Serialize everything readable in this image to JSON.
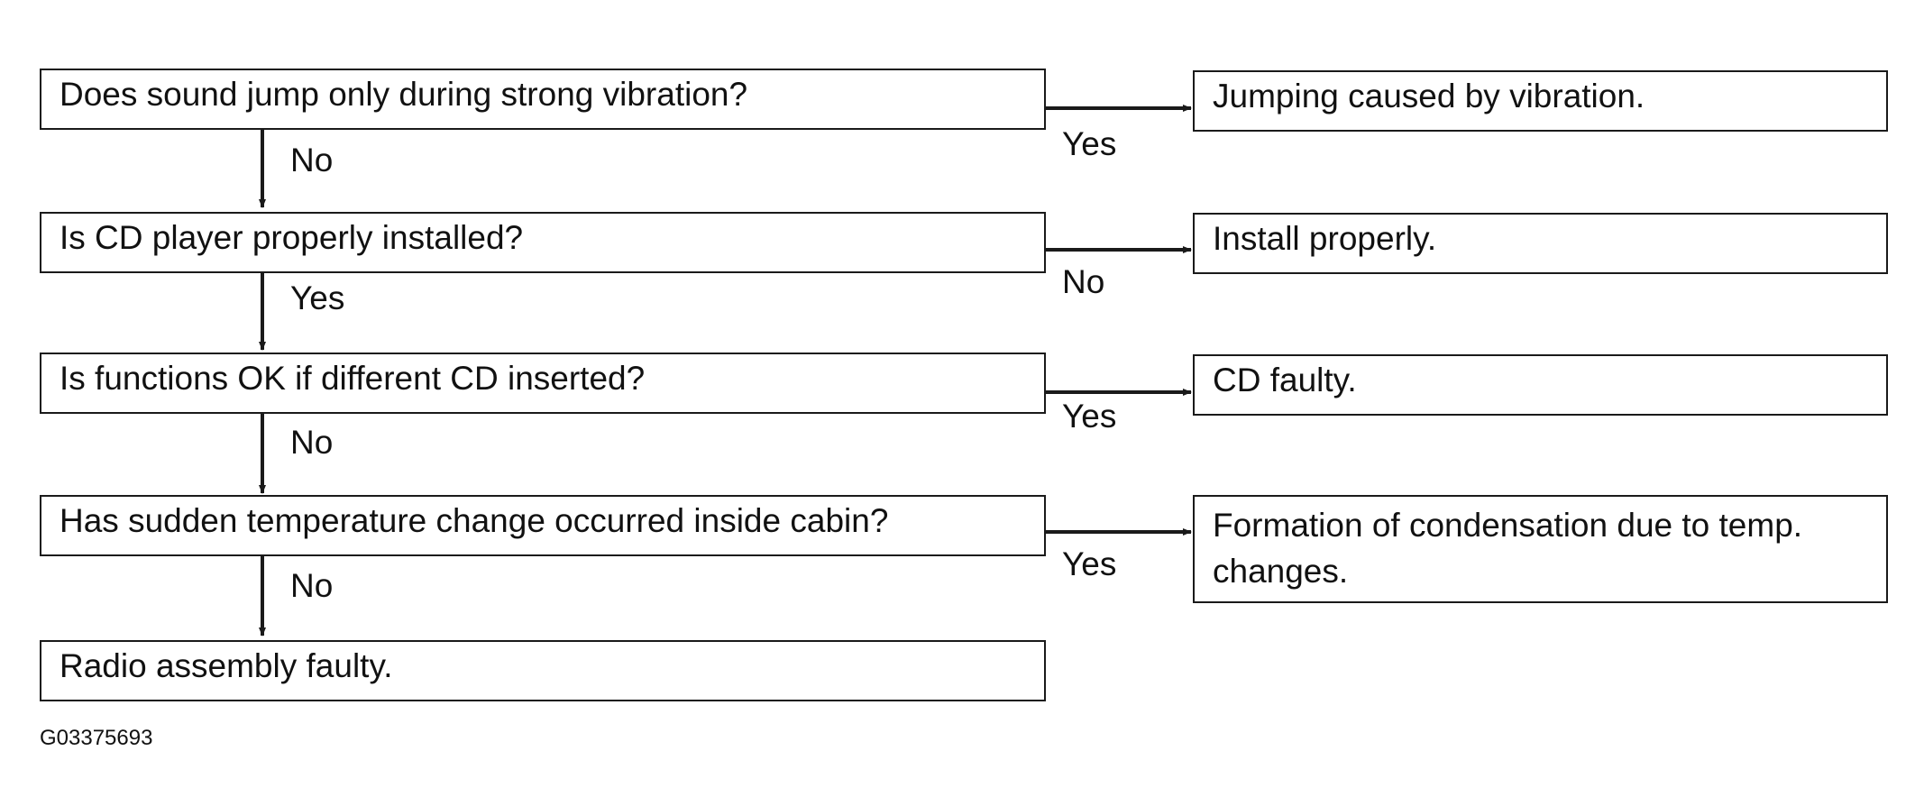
{
  "questions": [
    "Does sound jump only during strong vibration?",
    "Is CD player properly installed?",
    "Is functions OK if different CD inserted?",
    "Has sudden temperature change occurred inside cabin?"
  ],
  "final_result": "Radio assembly faulty.",
  "results": [
    "Jumping caused by vibration.",
    "Install properly.",
    "CD faulty.",
    "Formation of condensation due to temp. changes."
  ],
  "side_branch_labels": [
    "Yes",
    "No",
    "Yes",
    "Yes"
  ],
  "down_branch_labels": [
    "No",
    "Yes",
    "No",
    "No"
  ],
  "figure_code": "G03375693"
}
